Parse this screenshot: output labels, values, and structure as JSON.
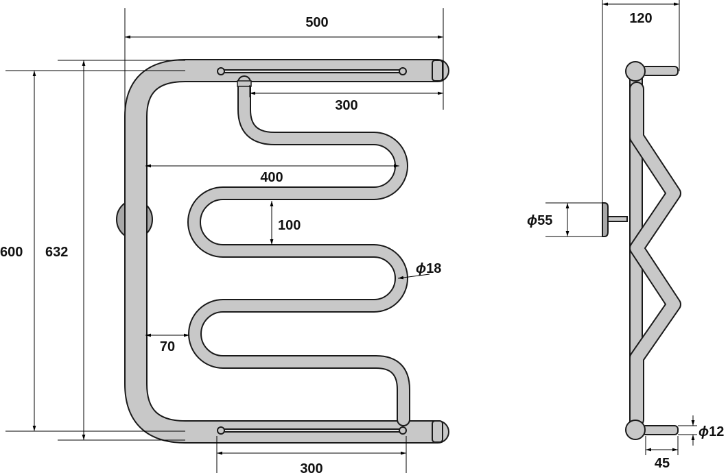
{
  "dimensions": {
    "front_width": "500",
    "front_inner_top": "300",
    "front_inner_width": "400",
    "coil_pitch": "100",
    "tube_diameter": "18",
    "inner_offset": "70",
    "front_height_inner": "600",
    "front_height_total": "632",
    "front_bottom_spacing": "300",
    "side_depth": "120",
    "flange_diameter": "55",
    "bracket_diameter": "12",
    "bracket_length": "45"
  },
  "symbols": {
    "diameter": "ϕ"
  },
  "colors": {
    "metal_fill": "#c8c8c8",
    "outline": "#1a1a1a",
    "background": "#ffffff"
  }
}
